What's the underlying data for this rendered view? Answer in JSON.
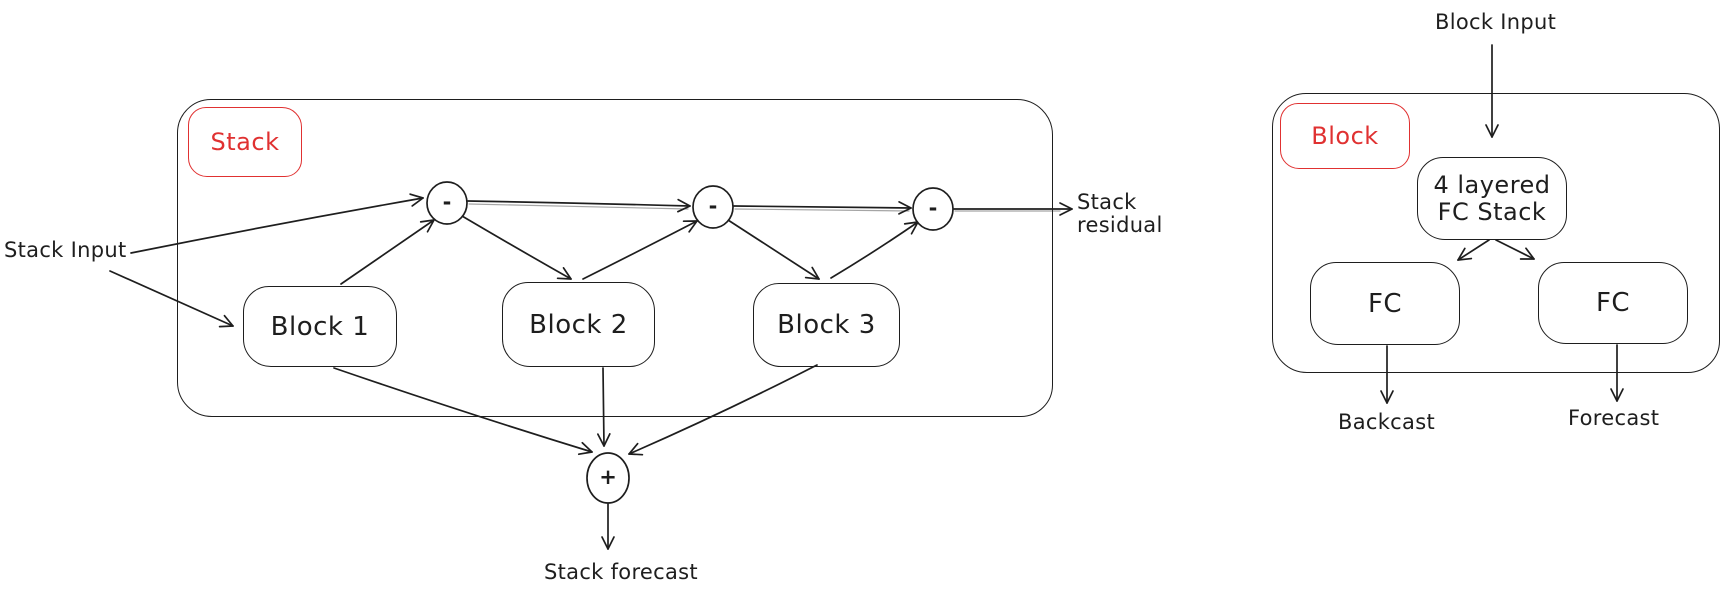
{
  "colors": {
    "stroke": "#1e1e1e",
    "accent": "#e03131",
    "background": "#ffffff"
  },
  "stack_diagram": {
    "tag": "Stack",
    "input_label": "Stack Input",
    "residual_label": [
      "Stack",
      "residual"
    ],
    "forecast_label": "Stack forecast",
    "blocks": [
      {
        "label": "Block 1"
      },
      {
        "label": "Block 2"
      },
      {
        "label": "Block 3"
      }
    ],
    "subtract_symbol": "-",
    "add_symbol": "+"
  },
  "block_diagram": {
    "tag": "Block",
    "input_label": "Block Input",
    "fc_stack_label": [
      "4 layered",
      "FC Stack"
    ],
    "fc_left_label": "FC",
    "fc_right_label": "FC",
    "backcast_label": "Backcast",
    "forecast_label": "Forecast"
  }
}
